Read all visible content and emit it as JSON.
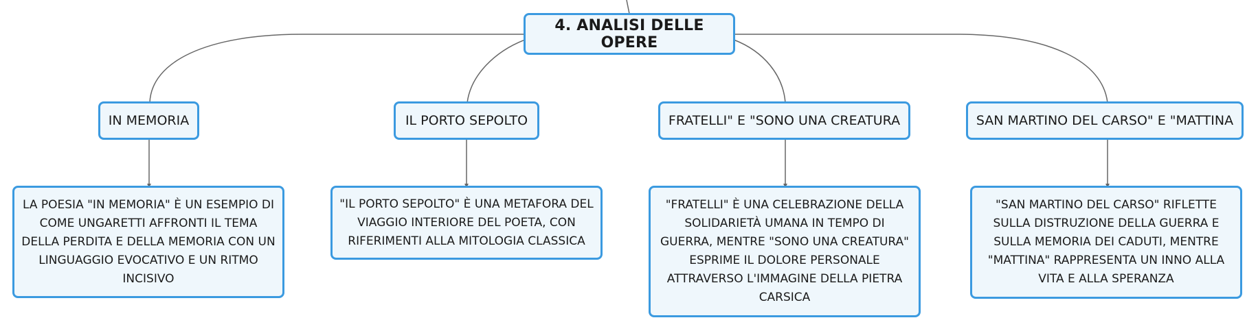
{
  "root": {
    "label": "4. ANALISI DELLE OPERE"
  },
  "topics": [
    {
      "label": "IN MEMORIA",
      "detail": "LA POESIA \"IN MEMORIA\" È UN ESEMPIO DI COME UNGARETTI AFFRONTI IL TEMA DELLA PERDITA E DELLA MEMORIA CON UN LINGUAGGIO EVOCATIVO E UN RITMO INCISIVO"
    },
    {
      "label": "IL PORTO SEPOLTO",
      "detail": "\"IL PORTO SEPOLTO\" È UNA METAFORA DEL VIAGGIO INTERIORE DEL POETA, CON RIFERIMENTI ALLA MITOLOGIA CLASSICA"
    },
    {
      "label": "FRATELLI\" E \"SONO UNA CREATURA",
      "detail": "\"FRATELLI\" È UNA CELEBRAZIONE DELLA SOLIDARIETÀ UMANA IN TEMPO DI GUERRA, MENTRE \"SONO UNA CREATURA\" ESPRIME IL DOLORE PERSONALE ATTRAVERSO L'IMMAGINE DELLA PIETRA CARSICA"
    },
    {
      "label": "SAN MARTINO DEL CARSO\" E \"MATTINA",
      "detail": "\"SAN MARTINO DEL CARSO\" RIFLETTE SULLA DISTRUZIONE DELLA GUERRA E SULLA MEMORIA DEI CADUTI, MENTRE \"MATTINA\" RAPPRESENTA UN INNO ALLA VITA E ALLA SPERANZA"
    }
  ],
  "colors": {
    "node_border": "#3b9ae0",
    "node_fill": "#eff7fc",
    "connector": "#666666"
  }
}
